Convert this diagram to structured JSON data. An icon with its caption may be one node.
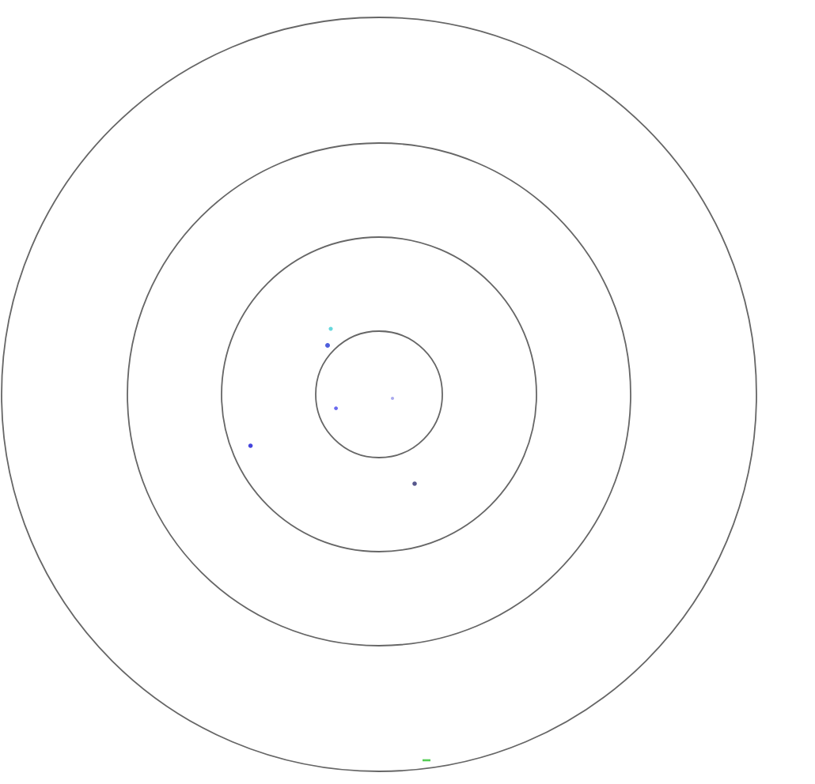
{
  "diagram": {
    "nodes": [
      {
        "text": [],
        "shape": "circle"
      },
      {
        "text": [],
        "shape": "circle",
        "in": 0
      },
      {
        "text": [],
        "shape": "circle",
        "in": 1
      },
      {
        "text": [],
        "shape": "circle",
        "in": 2
      },
      {
        "text": [],
        "shape": "dot",
        "in": 2
      },
      {
        "text": [],
        "shape": "dot",
        "in": 2
      },
      {
        "text": [],
        "shape": "dot",
        "in": 3
      },
      {
        "text": [],
        "shape": "dot",
        "in": 3
      },
      {
        "text": [],
        "shape": "dot",
        "in": 2
      },
      {
        "text": [],
        "shape": "dot",
        "in": 2
      },
      {
        "text": [],
        "shape": "dash",
        "in": 0
      }
    ]
  }
}
